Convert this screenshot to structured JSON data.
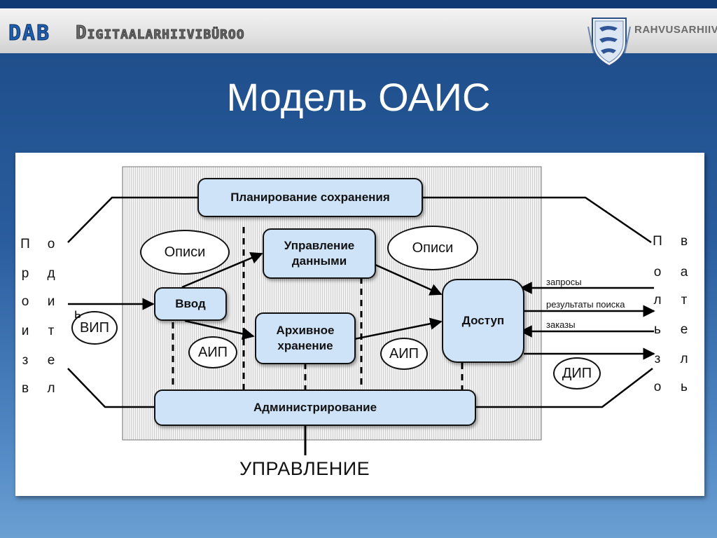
{
  "header": {
    "brand_short": "DAB",
    "brand_name": "Digitaalarhiivibüroo",
    "archive_name": "RAHVUSARHIIV",
    "logo_icon": "coat-of-arms-three-lions"
  },
  "slide": {
    "title": "Модель ОАИС"
  },
  "diagram": {
    "boxes": {
      "preservation_planning": "Планирование сохранения",
      "data_management": "Управление\nданными",
      "ingest": "Ввод",
      "archival_storage": "Архивное\nхранение",
      "access": "Доступ",
      "administration": "Администрирование"
    },
    "ovals": {
      "descriptions_left": "Описи",
      "descriptions_right": "Описи",
      "sip": "ВИП",
      "aip_left": "АИП",
      "aip_right": "АИП",
      "dip": "ДИП"
    },
    "producer_letters": [
      "П",
      "о",
      "р",
      "д",
      "о",
      "и",
      "и",
      "т",
      "з",
      "е",
      "в",
      "л",
      "ь"
    ],
    "consumer_letters": [
      "П",
      "в",
      "о",
      "а",
      "л",
      "т",
      "ь",
      "е",
      "з",
      "л",
      "о",
      "ь"
    ],
    "flow_labels": {
      "queries": "запросы",
      "search_results": "результаты поиска",
      "orders": "заказы"
    },
    "management_label": "УПРАВЛЕНИЕ"
  },
  "colors": {
    "background_top": "#1c4a86",
    "background_bottom": "#6a9fd2",
    "box_fill": "#cfe3f8",
    "brand_blue": "#1d5fb0"
  }
}
